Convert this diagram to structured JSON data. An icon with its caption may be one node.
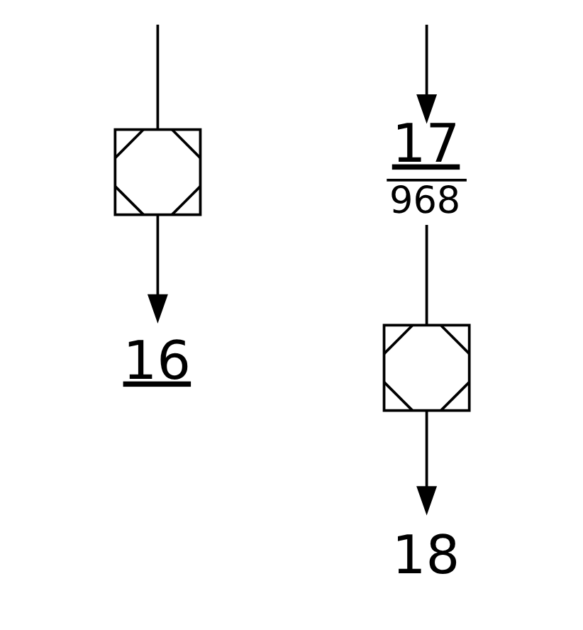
{
  "diagram": {
    "nodes": [
      {
        "text": [],
        "shape": "cross"
      },
      {
        "text": [
          "17",
          "968"
        ]
      },
      {
        "text": [
          "16"
        ]
      },
      {
        "text": [],
        "shape": "cross"
      },
      {
        "text": [
          "18"
        ]
      }
    ],
    "edges": [
      {
        "from": null,
        "to": 1,
        "arrow": "to"
      },
      {
        "from": null,
        "to": 0,
        "arrow": "none"
      },
      {
        "from": 0,
        "to": 2,
        "arrow": "to"
      },
      {
        "from": 1,
        "to": 3,
        "arrow": "none"
      },
      {
        "from": 3,
        "to": 4,
        "arrow": "to"
      }
    ]
  }
}
